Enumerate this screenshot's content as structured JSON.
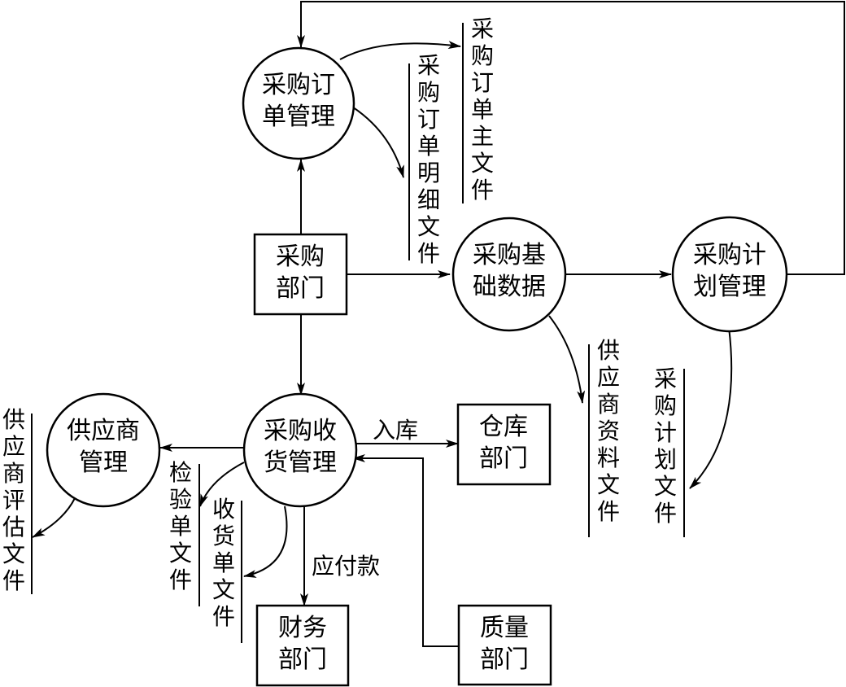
{
  "nodes": {
    "order_mgmt": {
      "line1": "采购订",
      "line2": "单管理"
    },
    "basic_data": {
      "line1": "采购基",
      "line2": "础数据"
    },
    "plan_mgmt": {
      "line1": "采购计",
      "line2": "划管理"
    },
    "receiving_mgmt": {
      "line1": "采购收",
      "line2": "货管理"
    },
    "supplier_mgmt": {
      "line1": "供应商",
      "line2": "管理"
    },
    "purchasing_dept": {
      "line1": "采购",
      "line2": "部门"
    },
    "warehouse_dept": {
      "line1": "仓库",
      "line2": "部门"
    },
    "finance_dept": {
      "line1": "财务",
      "line2": "部门"
    },
    "quality_dept": {
      "line1": "质量",
      "line2": "部门"
    }
  },
  "stores": {
    "order_detail_file": "采购订单明细文件",
    "order_master_file": "采购订单主文件",
    "supplier_info_file": "供应商资料文件",
    "plan_file": "采购计划文件",
    "supplier_eval_file": "供应商评估文件",
    "inspection_file": "检验单文件",
    "receipt_file": "收货单文件"
  },
  "flows": {
    "warehousing": "入库",
    "payables": "应付款"
  }
}
